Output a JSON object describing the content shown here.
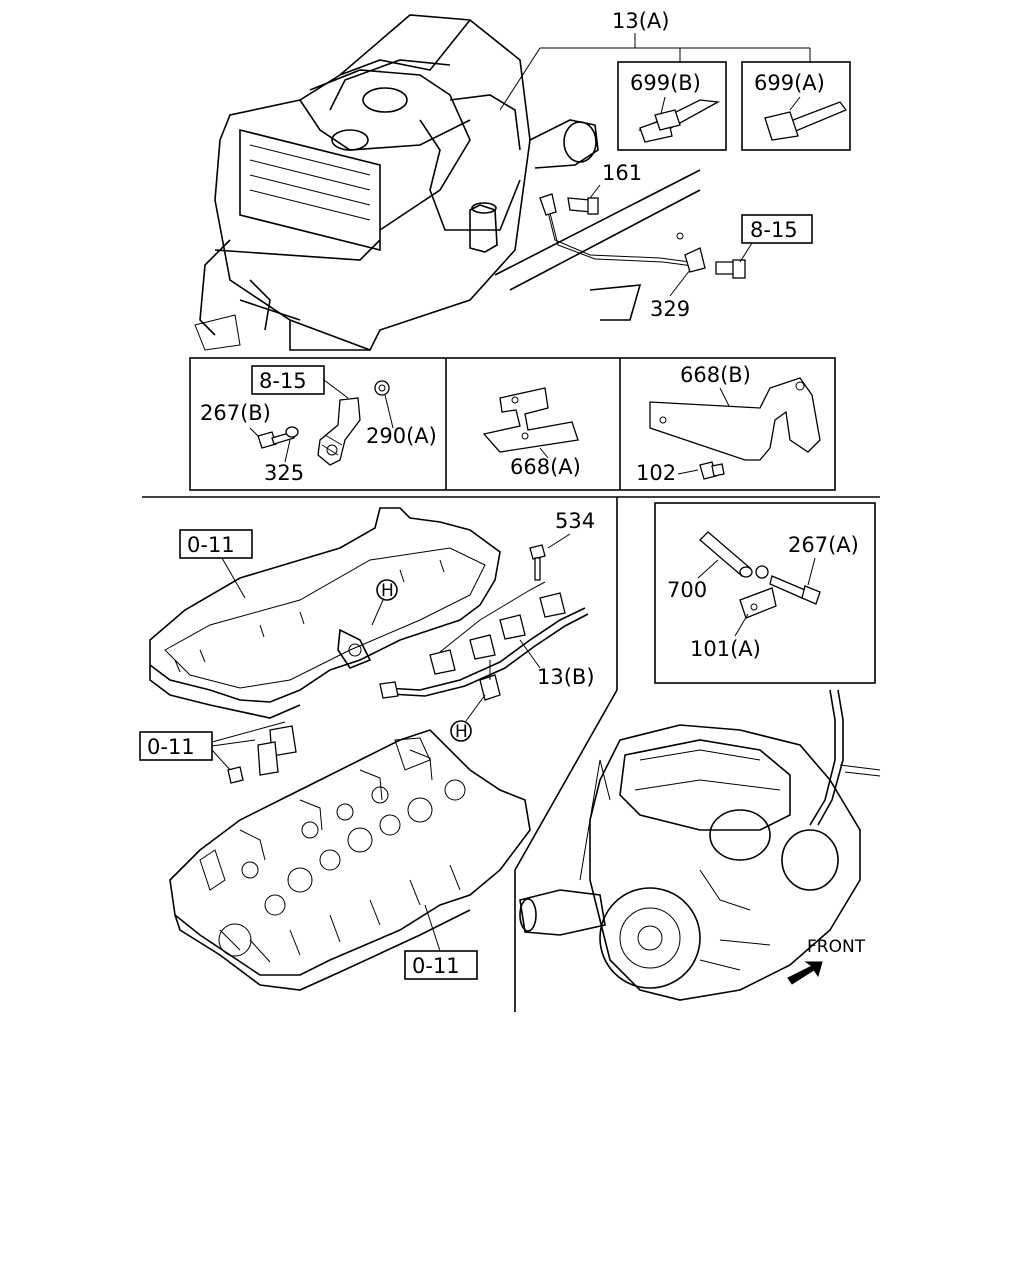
{
  "labels": {
    "harness_a": "13(A)",
    "clip_b": "699(B)",
    "clip_a": "699(A)",
    "bolt_161": "161",
    "ref_815_top": "8-15",
    "cable_329": "329",
    "ref_815_box": "8-15",
    "bolt_267b": "267(B)",
    "washer_325": "325",
    "nut_290a": "290(A)",
    "bracket_668a": "668(A)",
    "bracket_668b": "668(B)",
    "bolt_102": "102",
    "ref_011_cover": "0-11",
    "marker_h_top": "H",
    "bolt_534": "534",
    "harness_b": "13(B)",
    "ref_011_left": "0-11",
    "marker_h_bottom": "H",
    "ref_011_head": "0-11",
    "spacer_700": "700",
    "bolt_267a": "267(A)",
    "bracket_101a": "101(A)",
    "front": "FRONT"
  }
}
